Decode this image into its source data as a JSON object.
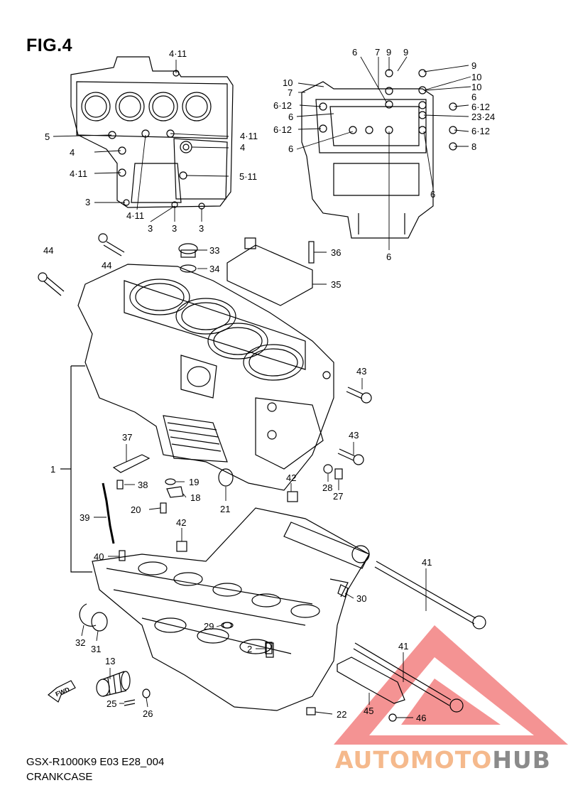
{
  "figure": {
    "title": "FIG.4",
    "model_code": "GSX-R1000K9 E03 E28_004",
    "name": "CRANKCASE"
  },
  "watermark": {
    "part1": "AUTOMOTO",
    "part2": "HUB",
    "color_primary": "#f5b98c",
    "color_secondary": "#8a8a8a",
    "triangle_color": "#f28080"
  },
  "callouts": {
    "c1": "4·11",
    "c2": "5",
    "c3": "4·11",
    "c4": "4",
    "c5": "4",
    "c6": "4·11",
    "c7": "5·11",
    "c8": "3",
    "c9": "4·11",
    "c10": "3",
    "c11": "3",
    "c12": "3",
    "c13": "6",
    "c14": "7",
    "c15": "9",
    "c16": "9",
    "c17": "9",
    "c18": "10",
    "c19": "10",
    "c20": "10",
    "c21": "7",
    "c22": "6",
    "c23": "6·12",
    "c24": "6·12",
    "c25": "6",
    "c26": "23·24",
    "c27": "6·12",
    "c28": "6·12",
    "c29": "6",
    "c30": "8",
    "c31": "6",
    "c32": "6",
    "c33": "44",
    "c34": "44",
    "c35": "33",
    "c36": "34",
    "c37": "36",
    "c38": "35",
    "c39": "43",
    "c40": "43",
    "c41": "1",
    "c42": "37",
    "c43": "38",
    "c44": "19",
    "c45": "18",
    "c46": "20",
    "c47": "21",
    "c48": "42",
    "c49": "28",
    "c50": "27",
    "c51": "39",
    "c52": "42",
    "c53": "40",
    "c54": "41",
    "c55": "30",
    "c56": "29",
    "c57": "32",
    "c58": "31",
    "c59": "2",
    "c60": "13",
    "c61": "41",
    "c62": "25",
    "c63": "26",
    "c64": "45",
    "c65": "22",
    "c66": "46",
    "c67": "FWD"
  }
}
